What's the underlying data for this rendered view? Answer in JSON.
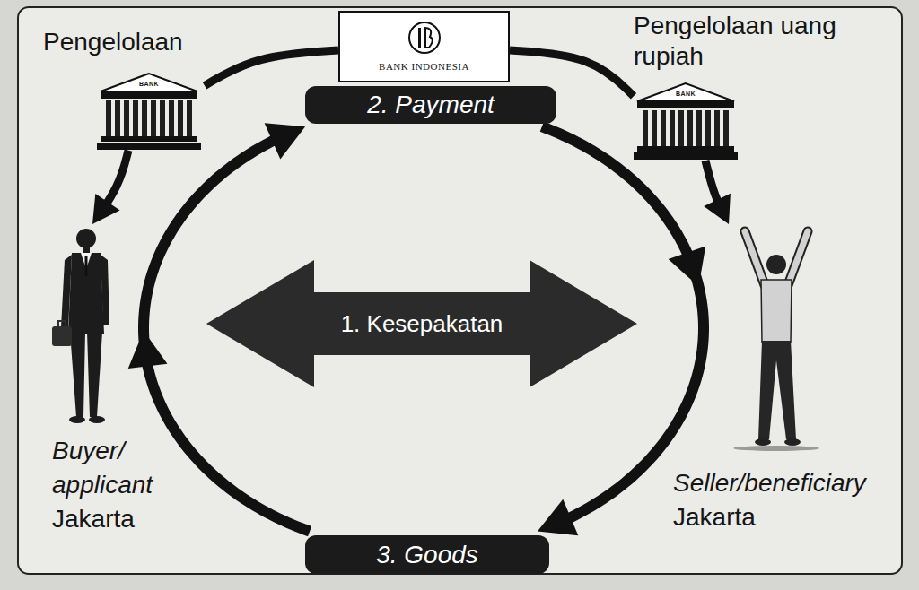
{
  "diagram": {
    "nodes": [
      {
        "text": [
          "BANK INDONESIA"
        ]
      },
      {
        "text": [
          "Pengelolaan",
          "BANK"
        ]
      },
      {
        "text": [
          "2. Payment"
        ]
      },
      {
        "text": [
          "Pengelolaan uang rupiah",
          "BANK"
        ]
      },
      {
        "text": [
          "Buyer/ applicant",
          "Jakarta"
        ]
      },
      {
        "text": [
          "1. Kesepakatan"
        ]
      },
      {
        "text": [
          "Seller/beneficiary",
          "Jakarta"
        ]
      },
      {
        "text": [
          "3. Goods"
        ]
      }
    ],
    "edges": [
      {
        "from": 0,
        "to": 1,
        "arrow": "none"
      },
      {
        "from": 1,
        "to": 4,
        "arrow": "to"
      },
      {
        "from": 0,
        "to": 3,
        "arrow": "none"
      },
      {
        "from": 3,
        "to": 6,
        "arrow": "to"
      },
      {
        "from": 2,
        "to": 7,
        "arrow": "to"
      },
      {
        "from": 7,
        "to": 2,
        "arrow": "to"
      }
    ]
  }
}
